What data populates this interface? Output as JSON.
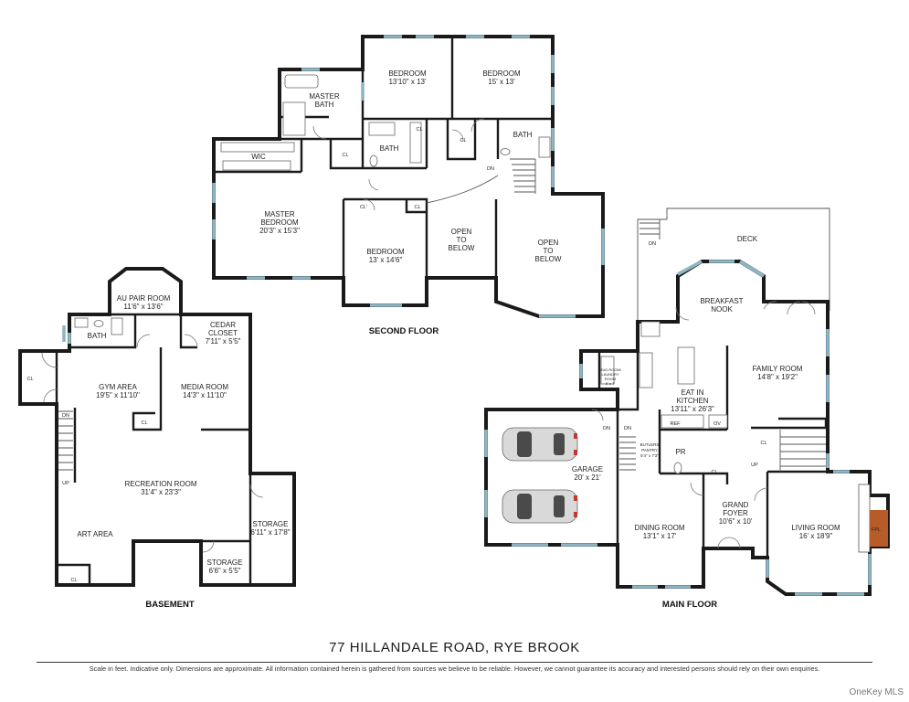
{
  "title": "77 HILLANDALE ROAD, RYE BROOK",
  "disclaimer": "Scale in feet. Indicative only. Dimensions are approximate. All information contained herein is gathered from sources we believe to be reliable. However, we cannot guarantee its accuracy and interested persons should rely on their own enquiries.",
  "watermark": "OneKey MLS",
  "floors": {
    "second": "SECOND FLOOR",
    "basement": "BASEMENT",
    "main": "MAIN FLOOR"
  },
  "rooms": {
    "bed1": {
      "name": "BEDROOM",
      "dim": "13'10\" x 13'"
    },
    "bed2": {
      "name": "BEDROOM",
      "dim": "15' x 13'"
    },
    "master_bath": {
      "l1": "MASTER",
      "l2": "BATH"
    },
    "bath_a": "BATH",
    "bath_b": "BATH",
    "wic": "WIC",
    "cl_a": "CL",
    "cl_b": "CL",
    "cl_c": "CL",
    "cl_d": "CL'",
    "cl_e": "CL",
    "dn_stairs2": "DN",
    "master_bed": {
      "l1": "MASTER",
      "l2": "BEDROOM",
      "dim": "20'3\" x 15'3\""
    },
    "bed3": {
      "name": "BEDROOM",
      "dim": "13' x 14'6\""
    },
    "open1": {
      "l1": "OPEN",
      "l2": "TO",
      "l3": "BELOW"
    },
    "open2": {
      "l1": "OPEN",
      "l2": "TO",
      "l3": "BELOW"
    },
    "au_pair": {
      "name": "AU PAIR ROOM",
      "dim": "11'6\" x 13'6\""
    },
    "cedar": {
      "l1": "CEDAR",
      "l2": "CLOSET",
      "dim": "7'11\" x 5'5\""
    },
    "bath_bsmt": "BATH",
    "cl_bsmt1": "CL",
    "cl_bsmt2": "CL",
    "cl_bsmt3": "CL",
    "gym": {
      "name": "GYM AREA",
      "dim": "19'5\" x 11'10\""
    },
    "media": {
      "name": "MEDIA ROOM",
      "dim": "14'3\" x 11'10\""
    },
    "rec": {
      "name": "RECREATION ROOM",
      "dim": "31'4\" x 23'3\""
    },
    "storage1": {
      "name": "STORAGE",
      "dim": "6'11\" x 17'8\""
    },
    "storage2": {
      "name": "STORAGE",
      "dim": "6'6\" x 5'5\""
    },
    "art": "ART AREA",
    "up_bsmt": "UP",
    "dn_bsmt": "DN",
    "deck": "DECK",
    "dn_deck": "DN",
    "nook": {
      "l1": "BREAKFAST",
      "l2": "NOOK"
    },
    "mudroom": {
      "l1": "MUD ROOM/",
      "l2": "LAUNDRY",
      "l3": "ROOM",
      "dim": "5' x 7'"
    },
    "family": {
      "name": "FAMILY ROOM",
      "dim": "14'8\" x 19'2\""
    },
    "kitchen": {
      "l1": "EAT IN",
      "l2": "KITCHEN",
      "dim": "13'11\" x 26'3\""
    },
    "ref": "REF",
    "ov": "OV",
    "dn_main1": "DN",
    "dn_main2": "DN",
    "butlers": {
      "l1": "BUTLERS",
      "l2": "PANTRY",
      "dim": "5'4\" x 7'3\""
    },
    "pr": "PR",
    "garage": {
      "name": "GARAGE",
      "dim": "20' x 21'"
    },
    "cl_main1": "CL",
    "cl_main2": "CL",
    "up_main": "UP",
    "foyer": {
      "l1": "GRAND",
      "l2": "FOYER",
      "dim": "10'6\" x 10'"
    },
    "dining": {
      "name": "DINING ROOM",
      "dim": "13'1\" x 17'"
    },
    "living": {
      "name": "LIVING ROOM",
      "dim": "16' x 18'9\""
    },
    "fpl": "FPL"
  }
}
